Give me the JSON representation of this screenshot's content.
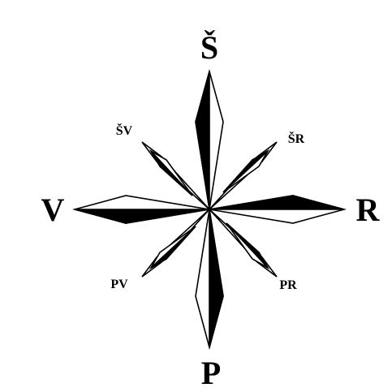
{
  "compass": {
    "north": "Š",
    "south": "P",
    "west": "V",
    "east": "R",
    "northwest": "ŠV",
    "northeast": "ŠR",
    "southwest": "PV",
    "southeast": "PR"
  },
  "colors": {
    "ink": "#000000",
    "paper": "#ffffff"
  }
}
